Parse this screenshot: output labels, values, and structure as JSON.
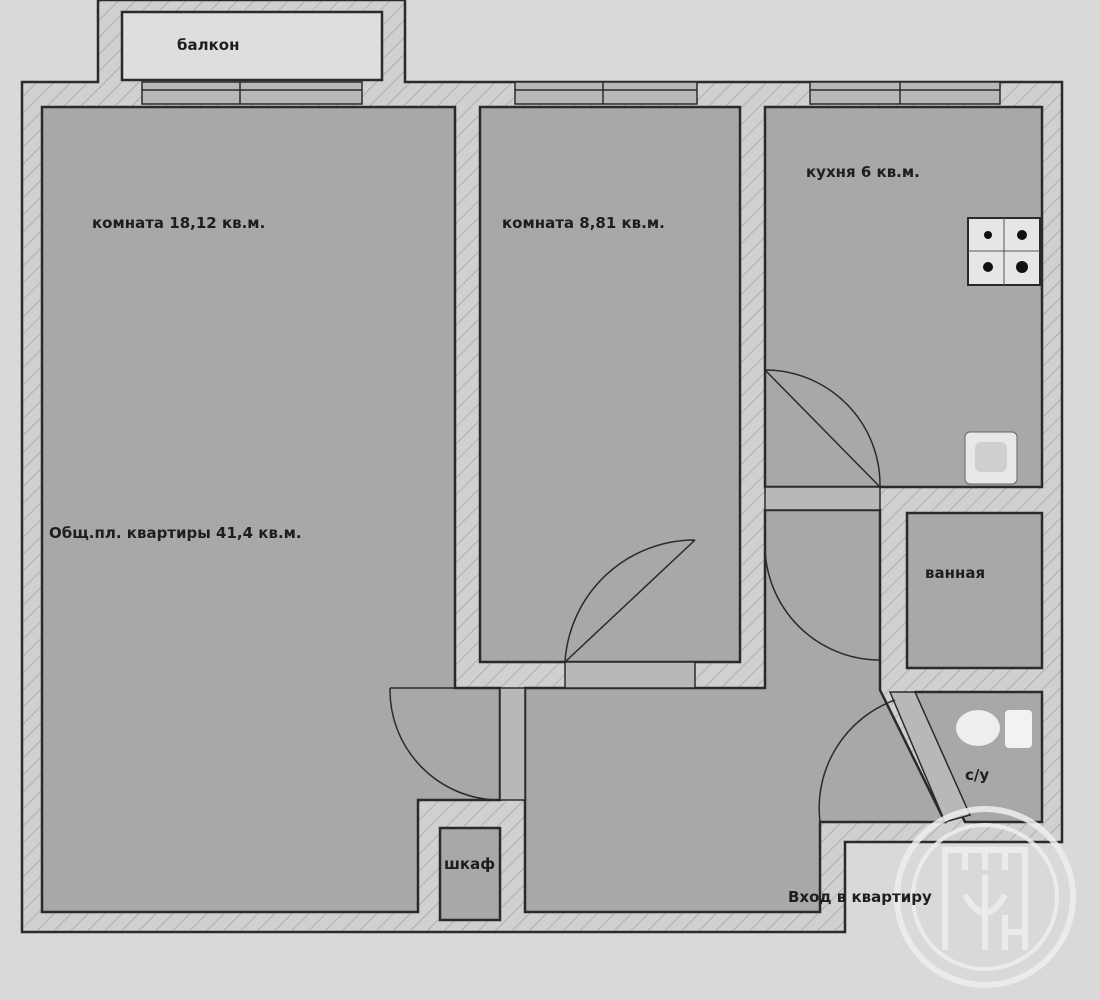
{
  "title": "План квартиры",
  "rooms": {
    "balcony": "балкон",
    "room1": "комната 18,12 кв.м.",
    "room2": "комната 8,81 кв.м.",
    "kitchen": "кухня 6 кв.м.",
    "total_area": "Общ.пл. квартиры 41,4 кв.м.",
    "bathroom": "ванная",
    "wc": "с/у",
    "wardrobe": "шкаф",
    "entrance": "Вход в квартиру"
  },
  "watermark": "РФН",
  "colors": {
    "background": "#d9d9d9",
    "room": "#a8a8a8",
    "wall": "#d0d0d0",
    "line": "#2a2a2a",
    "balcony": "#dedede"
  }
}
